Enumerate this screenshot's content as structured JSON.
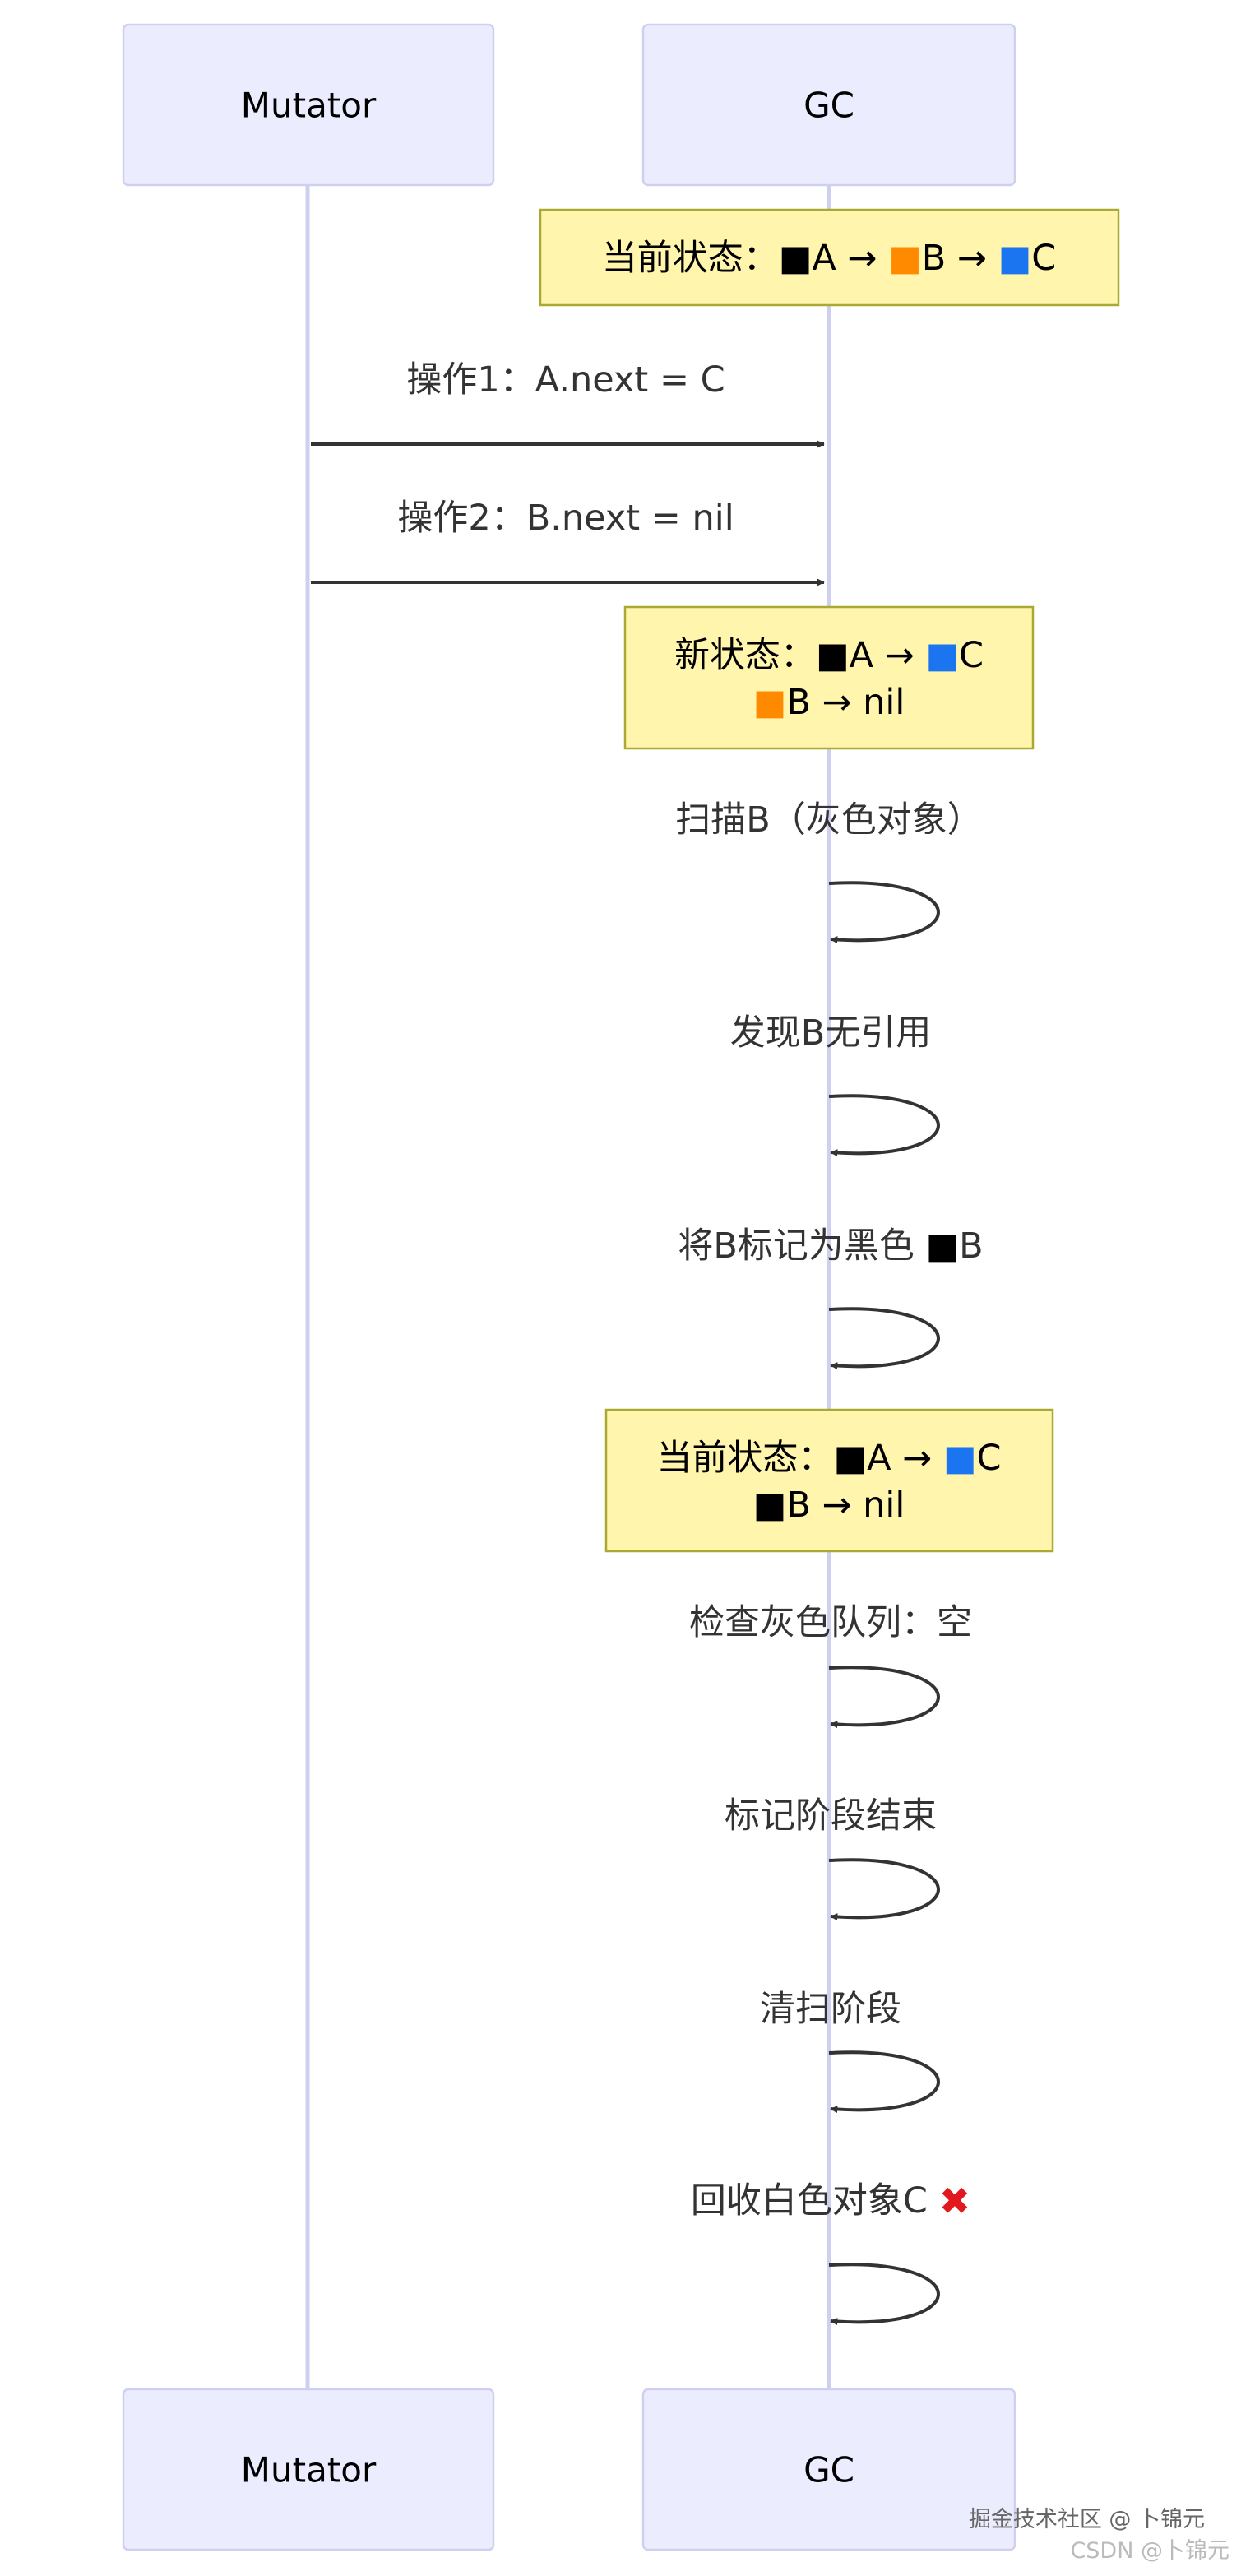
{
  "participants": [
    {
      "id": "mutator",
      "label": "Mutator"
    },
    {
      "id": "gc",
      "label": "GC"
    }
  ],
  "square_colors": {
    "black": "#000000",
    "orange": "#ff8a00",
    "blue": "#1b74f0"
  },
  "cross_color": "#e3181f",
  "events": [
    {
      "kind": "note",
      "over": "gc",
      "lines": [
        [
          {
            "t": "当前状态："
          },
          {
            "sq": "black"
          },
          {
            "t": "A → "
          },
          {
            "sq": "orange"
          },
          {
            "t": "B → "
          },
          {
            "sq": "blue"
          },
          {
            "t": "C"
          }
        ]
      ]
    },
    {
      "kind": "message",
      "from": "mutator",
      "to": "gc",
      "text": "操作1：A.next = C"
    },
    {
      "kind": "message",
      "from": "mutator",
      "to": "gc",
      "text": "操作2：B.next = nil"
    },
    {
      "kind": "note",
      "over": "gc",
      "lines": [
        [
          {
            "t": "新状态："
          },
          {
            "sq": "black"
          },
          {
            "t": "A → "
          },
          {
            "sq": "blue"
          },
          {
            "t": "C"
          }
        ],
        [
          {
            "sq": "orange"
          },
          {
            "t": "B → nil"
          }
        ]
      ]
    },
    {
      "kind": "self",
      "on": "gc",
      "text": "扫描B（灰色对象）"
    },
    {
      "kind": "self",
      "on": "gc",
      "text": "发现B无引用"
    },
    {
      "kind": "self",
      "on": "gc",
      "text": "将B标记为黑色 ",
      "suffix_square": "black",
      "suffix_text": "B"
    },
    {
      "kind": "note",
      "over": "gc",
      "lines": [
        [
          {
            "t": "当前状态："
          },
          {
            "sq": "black"
          },
          {
            "t": "A → "
          },
          {
            "sq": "blue"
          },
          {
            "t": "C"
          }
        ],
        [
          {
            "sq": "black"
          },
          {
            "t": "B → nil"
          }
        ]
      ]
    },
    {
      "kind": "self",
      "on": "gc",
      "text": "检查灰色队列：空"
    },
    {
      "kind": "self",
      "on": "gc",
      "text": "标记阶段结束"
    },
    {
      "kind": "self",
      "on": "gc",
      "text": "清扫阶段"
    },
    {
      "kind": "self",
      "on": "gc",
      "text": "回收白色对象C ",
      "suffix_cross": true
    }
  ],
  "watermark": {
    "line1": "掘金技术社区 @ 卜锦元",
    "line2": "CSDN @卜锦元"
  }
}
